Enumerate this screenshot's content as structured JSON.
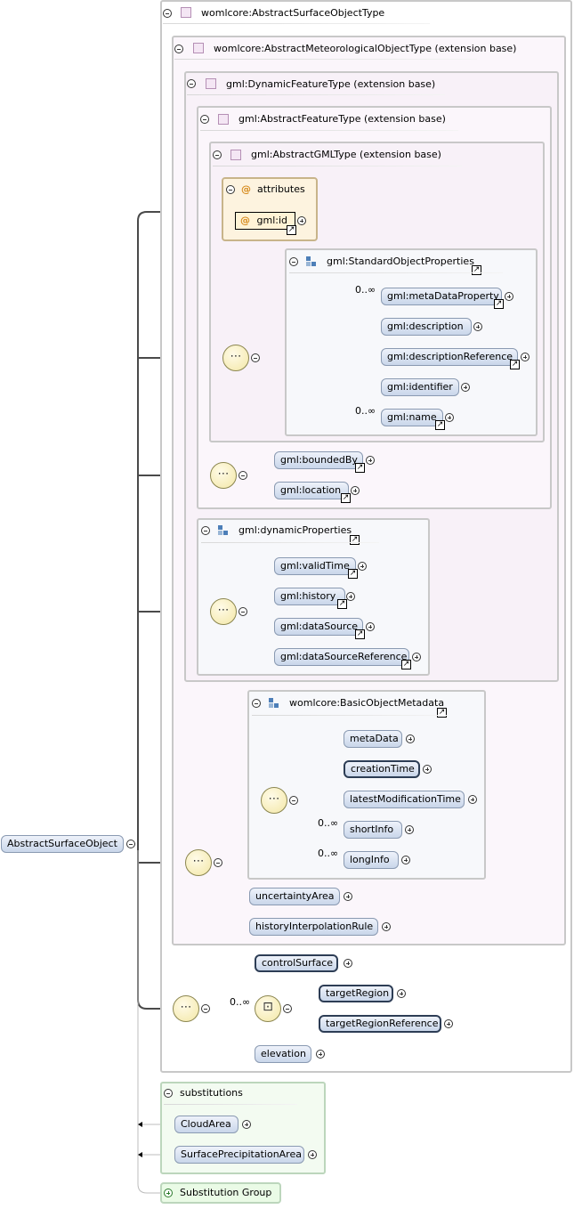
{
  "types": {
    "abstract_surface_object_type": "womlcore:AbstractSurfaceObjectType",
    "abstract_meteorological_object_type": "womlcore:AbstractMeteorologicalObjectType (extension base)",
    "dynamic_feature_type": "gml:DynamicFeatureType (extension base)",
    "abstract_feature_type": "gml:AbstractFeatureType (extension base)",
    "abstract_gml_type": "gml:AbstractGMLType (extension base)"
  },
  "attributes": {
    "header": "attributes",
    "at_symbol": "@",
    "gml_id": "gml:id"
  },
  "groups": {
    "standard_object_properties": "gml:StandardObjectProperties",
    "dynamic_properties": "gml:dynamicProperties",
    "basic_object_metadata": "womlcore:BasicObjectMetadata"
  },
  "elements": {
    "meta_data_property": "gml:metaDataProperty",
    "description": "gml:description",
    "description_reference": "gml:descriptionReference",
    "identifier": "gml:identifier",
    "name": "gml:name",
    "bounded_by": "gml:boundedBy",
    "location": "gml:location",
    "valid_time": "gml:validTime",
    "history": "gml:history",
    "data_source": "gml:dataSource",
    "data_source_reference": "gml:dataSourceReference",
    "meta_data": "metaData",
    "creation_time": "creationTime",
    "latest_modification_time": "latestModificationTime",
    "short_info": "shortInfo",
    "long_info": "longInfo",
    "uncertainty_area": "uncertaintyArea",
    "history_interpolation_rule": "historyInterpolationRule",
    "control_surface": "controlSurface",
    "target_region": "targetRegion",
    "target_region_reference": "targetRegionReference",
    "elevation": "elevation"
  },
  "occurrences": {
    "zero_to_many": "0..∞"
  },
  "root": {
    "label": "AbstractSurfaceObject"
  },
  "substitutions": {
    "header": "substitutions",
    "items": [
      "CloudArea",
      "SurfacePrecipitationArea"
    ],
    "group_label": "Substitution Group"
  },
  "icons": {
    "type": "type-square-icon",
    "group": "model-group-icon",
    "sequence": "sequence-compositor-icon",
    "choice": "choice-compositor-icon",
    "reference": "reference-arrow-icon"
  },
  "colors": {
    "element_fill": "#c9d6ea",
    "compositor_fill": "#f3e7a6",
    "attribute_fill": "#fff3d6",
    "substitution_fill": "#eafbe6"
  }
}
